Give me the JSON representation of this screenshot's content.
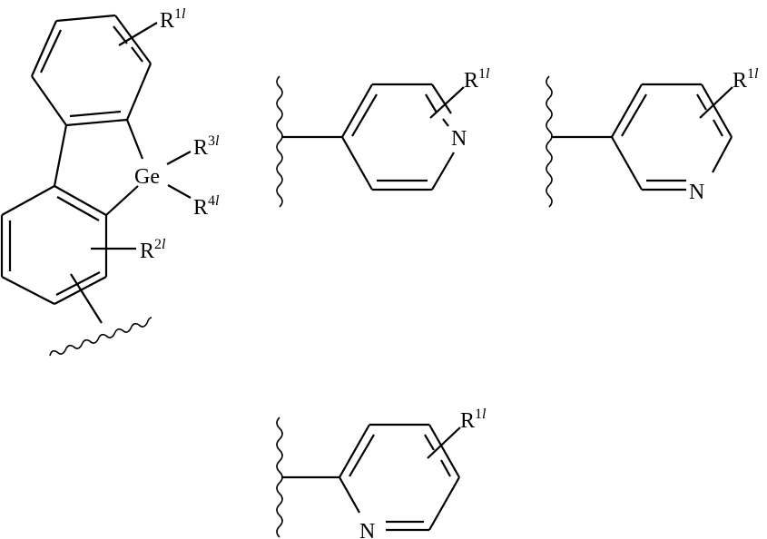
{
  "figure": {
    "background": "#ffffff",
    "stroke_color": "#000000",
    "structures": [
      {
        "id": "dibenzogermole",
        "atoms": {
          "germanium": "Ge"
        },
        "substituents": [
          {
            "base": "R",
            "sup_num": "1",
            "sup_letter": "l"
          },
          {
            "base": "R",
            "sup_num": "3",
            "sup_letter": "l"
          },
          {
            "base": "R",
            "sup_num": "4",
            "sup_letter": "l"
          },
          {
            "base": "R",
            "sup_num": "2",
            "sup_letter": "l"
          }
        ]
      },
      {
        "id": "pyridin-4-yl",
        "atoms": {
          "nitrogen": "N"
        },
        "substituents": [
          {
            "base": "R",
            "sup_num": "1",
            "sup_letter": "l"
          }
        ]
      },
      {
        "id": "pyridin-3-yl",
        "atoms": {
          "nitrogen": "N"
        },
        "substituents": [
          {
            "base": "R",
            "sup_num": "1",
            "sup_letter": "l"
          }
        ]
      },
      {
        "id": "pyridin-2-yl",
        "atoms": {
          "nitrogen": "N"
        },
        "substituents": [
          {
            "base": "R",
            "sup_num": "1",
            "sup_letter": "l"
          }
        ]
      }
    ]
  }
}
